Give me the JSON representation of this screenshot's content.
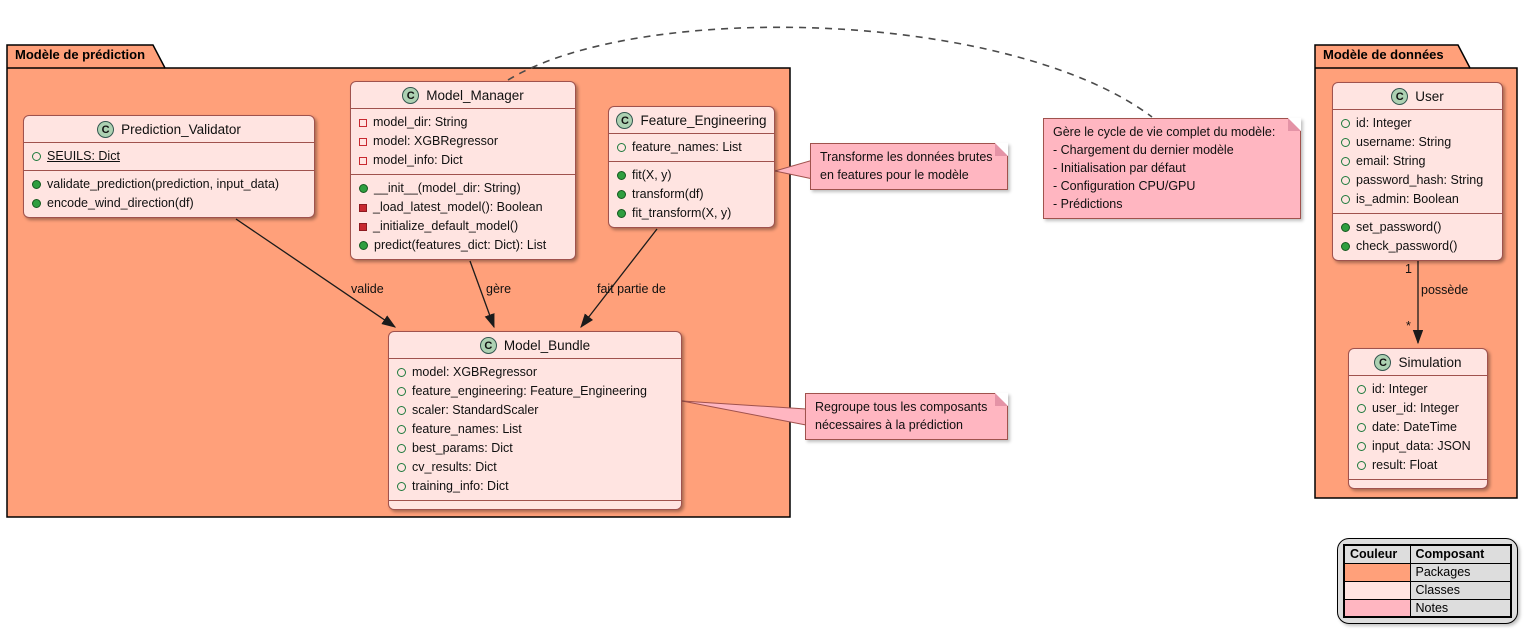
{
  "packages": {
    "prediction": {
      "title": "Modèle de prédiction"
    },
    "donnees": {
      "title": "Modèle de données"
    }
  },
  "icons": {
    "class_letter": "C"
  },
  "classes": {
    "prediction_validator": {
      "name": "Prediction_Validator",
      "attributes": [
        {
          "icon": "circle-open",
          "text": "SEUILS: Dict",
          "underline": true
        }
      ],
      "methods": [
        {
          "icon": "circle-filled",
          "text": "validate_prediction(prediction, input_data)"
        },
        {
          "icon": "circle-filled",
          "text": "encode_wind_direction(df)"
        }
      ]
    },
    "model_manager": {
      "name": "Model_Manager",
      "attributes": [
        {
          "icon": "square-open",
          "text": "model_dir: String"
        },
        {
          "icon": "square-open",
          "text": "model: XGBRegressor"
        },
        {
          "icon": "square-open",
          "text": "model_info: Dict"
        }
      ],
      "methods": [
        {
          "icon": "circle-filled",
          "text": "__init__(model_dir: String)"
        },
        {
          "icon": "square-filled",
          "text": "_load_latest_model(): Boolean"
        },
        {
          "icon": "square-filled",
          "text": "_initialize_default_model()"
        },
        {
          "icon": "circle-filled",
          "text": "predict(features_dict: Dict): List"
        }
      ]
    },
    "feature_engineering": {
      "name": "Feature_Engineering",
      "attributes": [
        {
          "icon": "circle-open",
          "text": "feature_names: List"
        }
      ],
      "methods": [
        {
          "icon": "circle-filled",
          "text": "fit(X, y)"
        },
        {
          "icon": "circle-filled",
          "text": "transform(df)"
        },
        {
          "icon": "circle-filled",
          "text": "fit_transform(X, y)"
        }
      ]
    },
    "model_bundle": {
      "name": "Model_Bundle",
      "attributes": [
        {
          "icon": "circle-open",
          "text": "model: XGBRegressor"
        },
        {
          "icon": "circle-open",
          "text": "feature_engineering: Feature_Engineering"
        },
        {
          "icon": "circle-open",
          "text": "scaler: StandardScaler"
        },
        {
          "icon": "circle-open",
          "text": "feature_names: List"
        },
        {
          "icon": "circle-open",
          "text": "best_params: Dict"
        },
        {
          "icon": "circle-open",
          "text": "cv_results: Dict"
        },
        {
          "icon": "circle-open",
          "text": "training_info: Dict"
        }
      ],
      "methods": []
    },
    "user": {
      "name": "User",
      "attributes": [
        {
          "icon": "circle-open",
          "text": "id: Integer"
        },
        {
          "icon": "circle-open",
          "text": "username: String"
        },
        {
          "icon": "circle-open",
          "text": "email: String"
        },
        {
          "icon": "circle-open",
          "text": "password_hash: String"
        },
        {
          "icon": "circle-open",
          "text": "is_admin: Boolean"
        }
      ],
      "methods": [
        {
          "icon": "circle-filled",
          "text": "set_password()"
        },
        {
          "icon": "circle-filled",
          "text": "check_password()"
        }
      ]
    },
    "simulation": {
      "name": "Simulation",
      "attributes": [
        {
          "icon": "circle-open",
          "text": "id: Integer"
        },
        {
          "icon": "circle-open",
          "text": "user_id: Integer"
        },
        {
          "icon": "circle-open",
          "text": "date: DateTime"
        },
        {
          "icon": "circle-open",
          "text": "input_data: JSON"
        },
        {
          "icon": "circle-open",
          "text": "result: Float"
        }
      ],
      "methods": []
    }
  },
  "notes": {
    "transforme": {
      "lines": [
        "Transforme les données brutes",
        "en features pour le modèle"
      ]
    },
    "lifecycle": {
      "lines": [
        "Gère le cycle de vie complet du modèle:",
        "- Chargement du dernier modèle",
        "- Initialisation par défaut",
        "- Configuration CPU/GPU",
        "- Prédictions"
      ]
    },
    "regroupe": {
      "lines": [
        "Regroupe tous les composants",
        "nécessaires à la prédiction"
      ]
    }
  },
  "edges": {
    "valide": {
      "label": "valide"
    },
    "gere": {
      "label": "gère"
    },
    "fait_partie": {
      "label": "fait partie de"
    },
    "possede": {
      "label": "possède",
      "from_mult": "1",
      "to_mult": "*"
    }
  },
  "legend": {
    "headers": [
      "Couleur",
      "Composant"
    ],
    "rows": [
      {
        "color": "#FFA07A",
        "label": "Packages"
      },
      {
        "color": "#FFE4E1",
        "label": "Classes"
      },
      {
        "color": "#FFB6C1",
        "label": "Notes"
      }
    ]
  },
  "colors": {
    "package": "#FFA07A",
    "class": "#FFE4E1",
    "note": "#FFB6C1",
    "border": "#A0524D"
  }
}
